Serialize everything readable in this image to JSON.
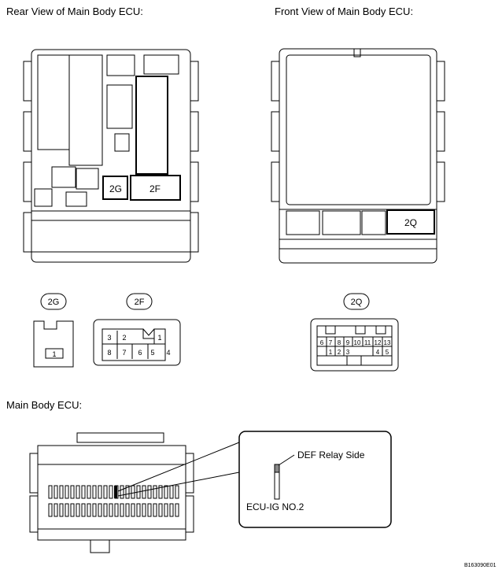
{
  "headings": {
    "rear_view": "Rear View of Main Body ECU:",
    "front_view": "Front View of Main Body ECU:",
    "main_body": "Main Body ECU:"
  },
  "connectors": {
    "c2g": "2G",
    "c2f": "2F",
    "c2q": "2Q"
  },
  "pins": {
    "c2g": [
      "1"
    ],
    "c2f_top": [
      "3",
      "2",
      "1"
    ],
    "c2f_bottom": [
      "8",
      "7",
      "6",
      "5",
      "4"
    ],
    "c2q_top": [
      "6",
      "7",
      "8",
      "9",
      "10",
      "11",
      "12",
      "13"
    ],
    "c2q_bottom": [
      "1",
      "2",
      "3",
      "4",
      "5"
    ]
  },
  "callout": {
    "def_relay": "DEF Relay Side",
    "ecu_ig": "ECU-IG NO.2"
  },
  "figure_code": "B163090E01"
}
